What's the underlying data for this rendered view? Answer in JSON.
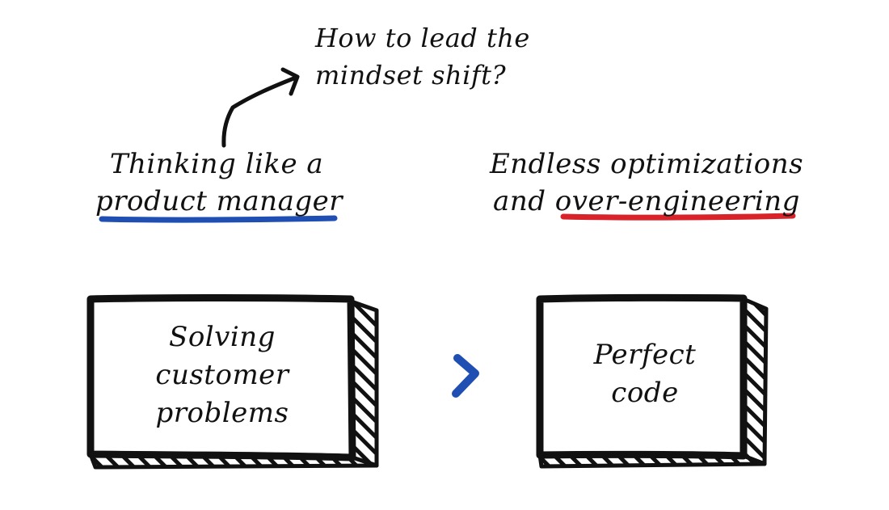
{
  "question": {
    "line1": "How to lead the",
    "line2": "mindset shift?"
  },
  "left_label": {
    "line1": "Thinking like a",
    "line2": "product manager",
    "underline_color": "#1f4fb3"
  },
  "right_label": {
    "line1": "Endless optimizations",
    "line2_prefix": "and ",
    "line2_emph": "over-engineering",
    "underline_color": "#d8232a"
  },
  "left_box": {
    "line1": "Solving",
    "line2": "customer",
    "line3": "problems"
  },
  "right_box": {
    "line1": "Perfect",
    "line2": "code"
  },
  "comparator": {
    "symbol": ">",
    "color": "#1f4fb3"
  }
}
